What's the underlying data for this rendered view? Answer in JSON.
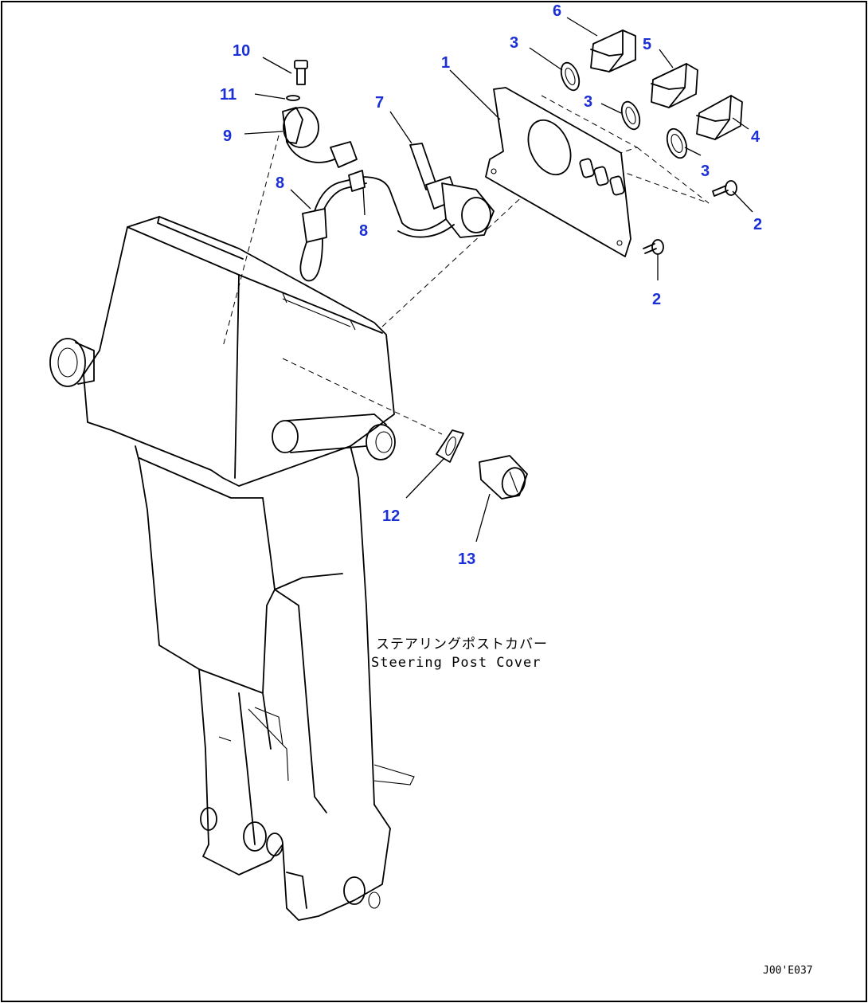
{
  "callouts": [
    {
      "id": "c1",
      "label": "1"
    },
    {
      "id": "c2a",
      "label": "2"
    },
    {
      "id": "c2b",
      "label": "2"
    },
    {
      "id": "c3a",
      "label": "3"
    },
    {
      "id": "c3b",
      "label": "3"
    },
    {
      "id": "c3c",
      "label": "3"
    },
    {
      "id": "c4",
      "label": "4"
    },
    {
      "id": "c5",
      "label": "5"
    },
    {
      "id": "c6",
      "label": "6"
    },
    {
      "id": "c7",
      "label": "7"
    },
    {
      "id": "c8a",
      "label": "8"
    },
    {
      "id": "c8b",
      "label": "8"
    },
    {
      "id": "c9",
      "label": "9"
    },
    {
      "id": "c10",
      "label": "10"
    },
    {
      "id": "c11",
      "label": "11"
    },
    {
      "id": "c12",
      "label": "12"
    },
    {
      "id": "c13",
      "label": "13"
    }
  ],
  "caption": {
    "japanese": "ステアリングポストカバー",
    "english": "Steering Post Cover"
  },
  "drawing_code": "J00'E037",
  "colors": {
    "callout": "#1a2fd6",
    "line": "#000000",
    "background": "#ffffff"
  }
}
